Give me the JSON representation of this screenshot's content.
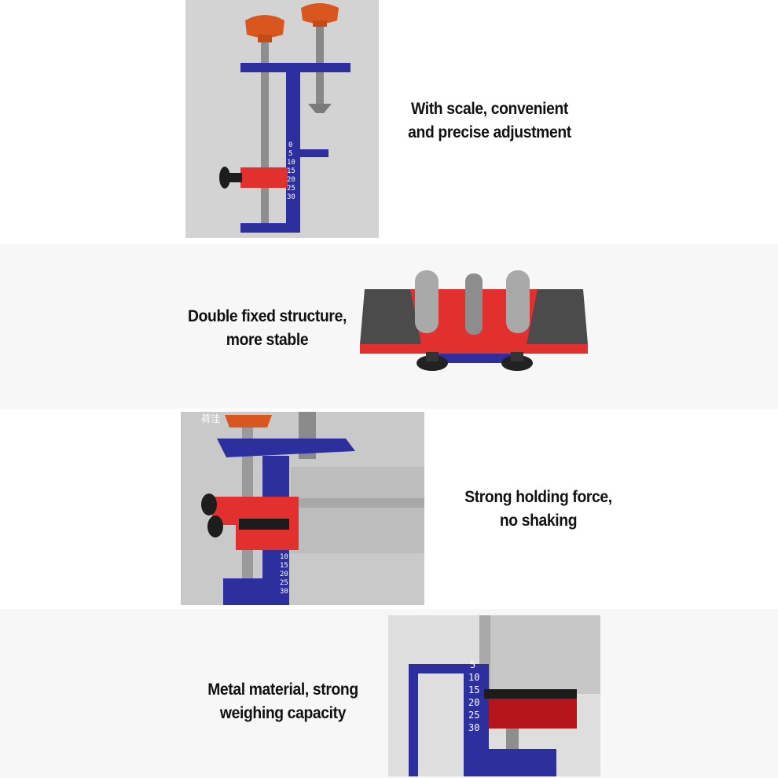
{
  "panels": [
    {
      "caption_lines": [
        "With scale, convenient",
        "and precise adjustment"
      ],
      "scale_labels": [
        "0",
        "5",
        "10",
        "15",
        "20",
        "25",
        "30"
      ]
    },
    {
      "caption_lines": [
        "Double fixed structure,",
        "more stable"
      ]
    },
    {
      "caption_lines": [
        "Strong holding force,",
        "no shaking"
      ],
      "corner_mark": "荷洼",
      "scale_labels": [
        "10",
        "15",
        "20",
        "25",
        "30"
      ]
    },
    {
      "caption_lines": [
        "Metal material, strong",
        "weighing capacity"
      ],
      "scale_labels": [
        "5",
        "10",
        "15",
        "20",
        "25",
        "30"
      ]
    }
  ],
  "colors": {
    "knob_orange": "#d9571e",
    "frame_blue": "#2e2f9e",
    "clamp_red": "#e2302e",
    "steel_gray": "#8c8c8c"
  }
}
